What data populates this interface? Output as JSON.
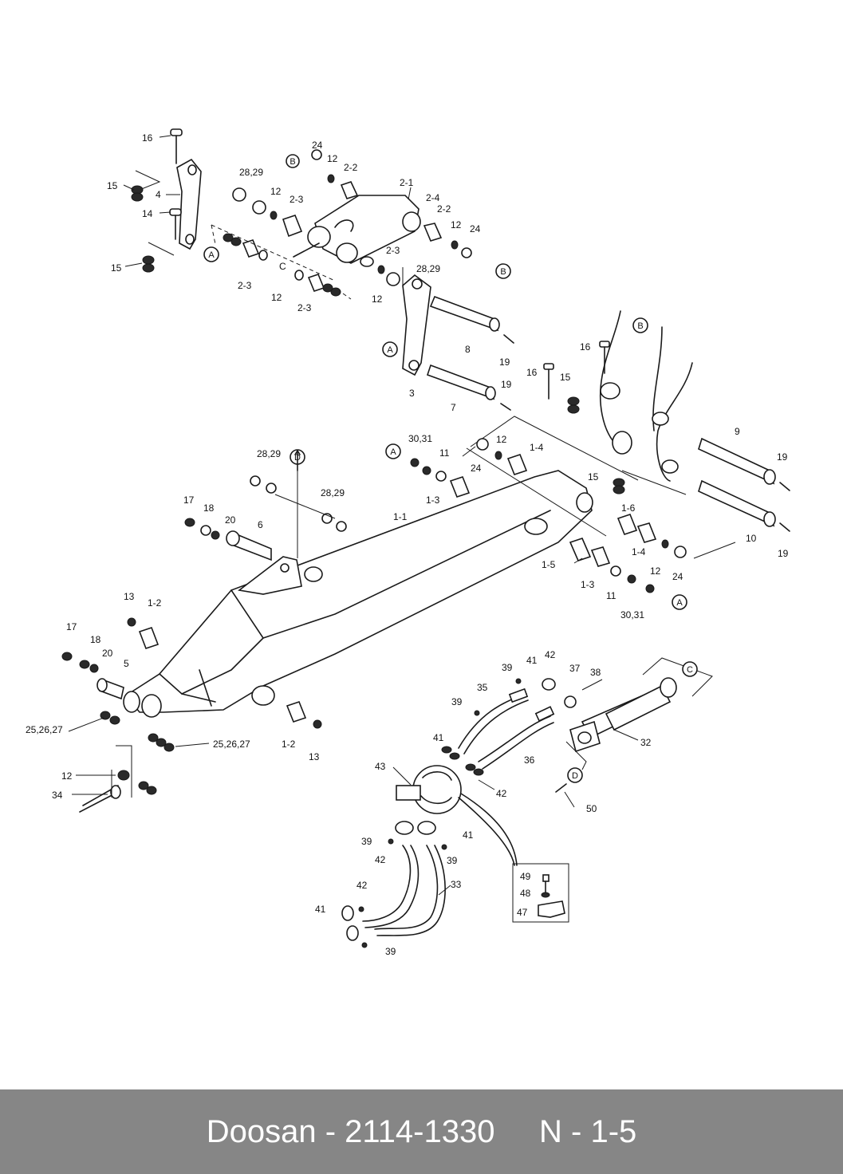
{
  "diagram": {
    "labels": [
      {
        "id": "l0",
        "text": "16"
      },
      {
        "id": "l1",
        "text": "15"
      },
      {
        "id": "l2",
        "text": "4"
      },
      {
        "id": "l3",
        "text": "14"
      },
      {
        "id": "l4",
        "text": "15"
      },
      {
        "id": "l5",
        "text": "28,29"
      },
      {
        "id": "l6",
        "text": "12"
      },
      {
        "id": "l7",
        "text": "2-3"
      },
      {
        "id": "l8",
        "text": "24"
      },
      {
        "id": "l9",
        "text": "12"
      },
      {
        "id": "l10",
        "text": "2-2"
      },
      {
        "id": "l11",
        "text": "2-1"
      },
      {
        "id": "l12",
        "text": "2-4"
      },
      {
        "id": "l13",
        "text": "2-2"
      },
      {
        "id": "l14",
        "text": "12"
      },
      {
        "id": "l15",
        "text": "24"
      },
      {
        "id": "l16",
        "text": "C"
      },
      {
        "id": "l17",
        "text": "2-3"
      },
      {
        "id": "l18",
        "text": "12"
      },
      {
        "id": "l19",
        "text": "2-3"
      },
      {
        "id": "l20",
        "text": "2-3"
      },
      {
        "id": "l21",
        "text": "28,29"
      },
      {
        "id": "l22",
        "text": "12"
      },
      {
        "id": "l23",
        "text": "8"
      },
      {
        "id": "l24",
        "text": "19"
      },
      {
        "id": "l25",
        "text": "3"
      },
      {
        "id": "l26",
        "text": "7"
      },
      {
        "id": "l27",
        "text": "19"
      },
      {
        "id": "l28",
        "text": "16"
      },
      {
        "id": "l29",
        "text": "16"
      },
      {
        "id": "l30",
        "text": "15"
      },
      {
        "id": "l31",
        "text": "9"
      },
      {
        "id": "l32",
        "text": "19"
      },
      {
        "id": "l33",
        "text": "15"
      },
      {
        "id": "l34",
        "text": "10"
      },
      {
        "id": "l35",
        "text": "19"
      },
      {
        "id": "l36",
        "text": "30,31"
      },
      {
        "id": "l37",
        "text": "11"
      },
      {
        "id": "l38",
        "text": "24"
      },
      {
        "id": "l39",
        "text": "12"
      },
      {
        "id": "l40",
        "text": "1-4"
      },
      {
        "id": "l41",
        "text": "1-3"
      },
      {
        "id": "l42",
        "text": "28,29"
      },
      {
        "id": "l43",
        "text": "28,29"
      },
      {
        "id": "l44",
        "text": "17"
      },
      {
        "id": "l45",
        "text": "18"
      },
      {
        "id": "l46",
        "text": "20"
      },
      {
        "id": "l47",
        "text": "6"
      },
      {
        "id": "l48",
        "text": "1-1"
      },
      {
        "id": "l49",
        "text": "1-6"
      },
      {
        "id": "l50",
        "text": "1-4"
      },
      {
        "id": "l51",
        "text": "1-5"
      },
      {
        "id": "l52",
        "text": "12"
      },
      {
        "id": "l53",
        "text": "24"
      },
      {
        "id": "l54",
        "text": "1-3"
      },
      {
        "id": "l55",
        "text": "11"
      },
      {
        "id": "l56",
        "text": "30,31"
      },
      {
        "id": "l57",
        "text": "13"
      },
      {
        "id": "l58",
        "text": "1-2"
      },
      {
        "id": "l59",
        "text": "17"
      },
      {
        "id": "l60",
        "text": "18"
      },
      {
        "id": "l61",
        "text": "20"
      },
      {
        "id": "l62",
        "text": "5"
      },
      {
        "id": "l63",
        "text": "25,26,27"
      },
      {
        "id": "l64",
        "text": "25,26,27"
      },
      {
        "id": "l65",
        "text": "1-2"
      },
      {
        "id": "l66",
        "text": "13"
      },
      {
        "id": "l67",
        "text": "12"
      },
      {
        "id": "l68",
        "text": "34"
      },
      {
        "id": "l69",
        "text": "39"
      },
      {
        "id": "l70",
        "text": "41"
      },
      {
        "id": "l71",
        "text": "42"
      },
      {
        "id": "l72",
        "text": "37"
      },
      {
        "id": "l73",
        "text": "38"
      },
      {
        "id": "l74",
        "text": "35"
      },
      {
        "id": "l75",
        "text": "39"
      },
      {
        "id": "l76",
        "text": "32"
      },
      {
        "id": "l77",
        "text": "41"
      },
      {
        "id": "l78",
        "text": "36"
      },
      {
        "id": "l79",
        "text": "43"
      },
      {
        "id": "l80",
        "text": "42"
      },
      {
        "id": "l81",
        "text": "50"
      },
      {
        "id": "l82",
        "text": "39"
      },
      {
        "id": "l83",
        "text": "41"
      },
      {
        "id": "l84",
        "text": "42"
      },
      {
        "id": "l85",
        "text": "39"
      },
      {
        "id": "l86",
        "text": "42"
      },
      {
        "id": "l87",
        "text": "33"
      },
      {
        "id": "l88",
        "text": "41"
      },
      {
        "id": "l89",
        "text": "39"
      },
      {
        "id": "l90",
        "text": "49"
      },
      {
        "id": "l91",
        "text": "48"
      },
      {
        "id": "l92",
        "text": "47"
      }
    ],
    "refs": [
      {
        "id": "r0",
        "text": "A"
      },
      {
        "id": "r1",
        "text": "B"
      },
      {
        "id": "r2",
        "text": "B"
      },
      {
        "id": "r3",
        "text": "A"
      },
      {
        "id": "r4",
        "text": "B"
      },
      {
        "id": "r5",
        "text": "A"
      },
      {
        "id": "r6",
        "text": "D"
      },
      {
        "id": "r7",
        "text": "A"
      },
      {
        "id": "r8",
        "text": "C"
      },
      {
        "id": "r9",
        "text": "D"
      }
    ]
  },
  "footer": {
    "brand": "Doosan",
    "sep": " - ",
    "part_number": "2114-1330",
    "code": "N - 1-5"
  }
}
